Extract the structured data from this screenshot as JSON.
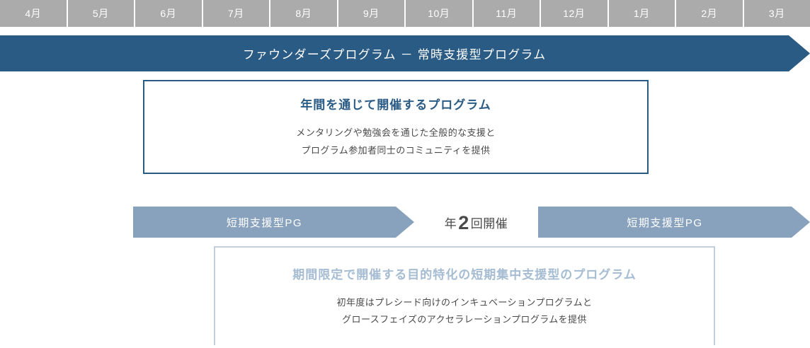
{
  "timeline": {
    "months": [
      "4月",
      "5月",
      "6月",
      "7月",
      "8月",
      "9月",
      "10月",
      "11月",
      "12月",
      "1月",
      "2月",
      "3月"
    ]
  },
  "banner": {
    "label": "ファウンダーズプログラム － 常時支援型プログラム"
  },
  "annual_program": {
    "title": "年間を通じて開催するプログラム",
    "body_line1": "メンタリングや勉強会を通じた全般的な支援と",
    "body_line2": "プログラム参加者同士のコミュニティを提供"
  },
  "short_term": {
    "arrow_left_label": "短期支援型PG",
    "arrow_right_label": "短期支援型PG",
    "frequency_prefix": "年",
    "frequency_count": "2",
    "frequency_suffix": "回開催",
    "title": "期間限定で開催する目的特化の短期集中支援型のプログラム",
    "body_line1": "初年度はプレシード向けのインキュベーションプログラムと",
    "body_line2": "グロースフェイズのアクセラレーションプログラムを提供"
  },
  "colors": {
    "month_strip_bg": "#ababab",
    "banner_blue": "#2a5b85",
    "pg_arrow_blue": "#88a2be",
    "short_term_title": "#a5bcd2",
    "short_term_border": "#c3cfdc",
    "body_text": "#4a4a4a"
  }
}
